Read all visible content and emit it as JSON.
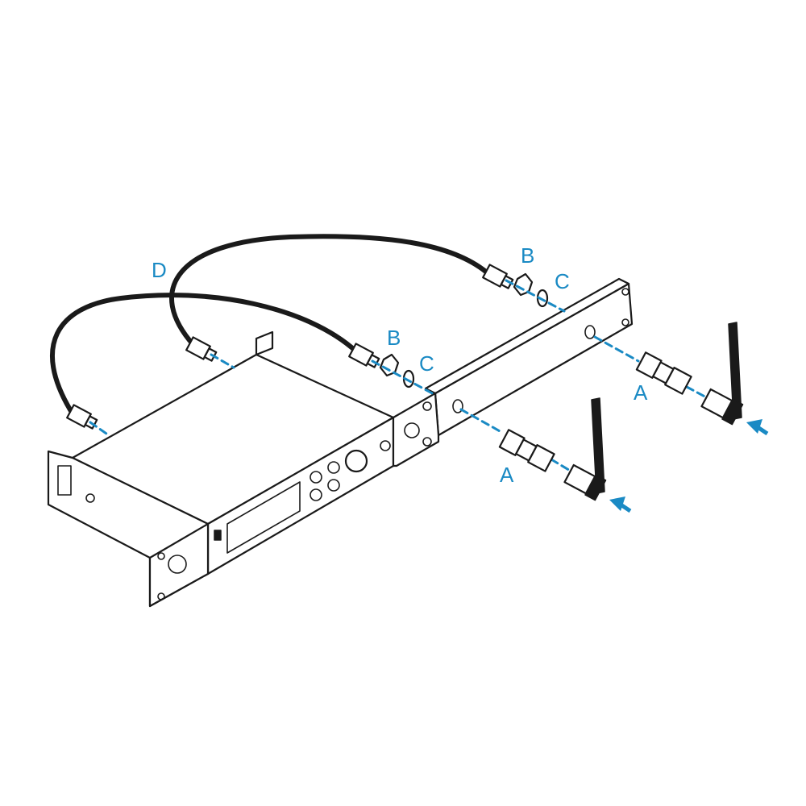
{
  "labels": {
    "cable": "D",
    "nut_upper": "B",
    "washer_upper": "C",
    "nut_lower": "B",
    "washer_lower": "C",
    "adapter_lower": "A",
    "adapter_upper": "A"
  },
  "colors": {
    "accent": "#1a8ac4",
    "line": "#1a1a1a",
    "background": "#ffffff"
  }
}
